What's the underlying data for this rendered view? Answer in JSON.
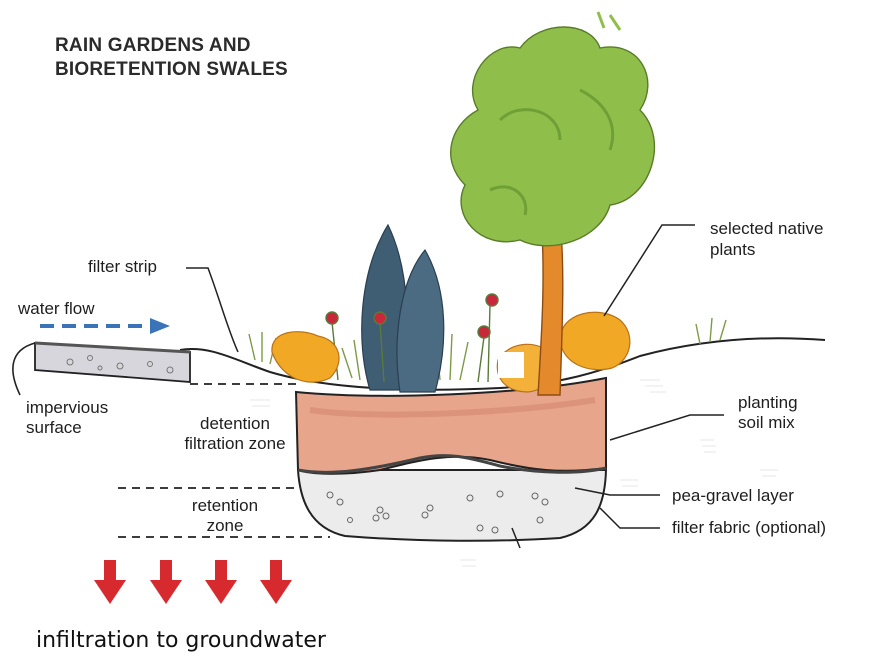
{
  "title_line1": "RAIN GARDENS AND",
  "title_line2": "BIORETENTION SWALES",
  "labels": {
    "filter_strip": "filter strip",
    "water_flow": "water flow",
    "impervious_line1": "impervious",
    "impervious_line2": "surface",
    "detention_line1": "detention",
    "detention_line2": "filtration zone",
    "retention_line1": "retention",
    "retention_line2": "zone",
    "native_line1": "selected native",
    "native_line2": "plants",
    "planting_line1": "planting",
    "planting_line2": "soil mix",
    "pea_gravel": "pea-gravel layer",
    "filter_fabric": "filter fabric (optional)"
  },
  "bottom_caption": "infiltration to groundwater",
  "colors": {
    "arrow_red": "#d62a2f",
    "water_blue": "#3a73b8",
    "soil": "#e7a58c",
    "gravel": "#eeeeee",
    "tree_green": "#8fbf4a",
    "trunk": "#e58a2c",
    "shrub_orange": "#f0a825",
    "evergreen": "#3f5d73"
  },
  "icons": [
    "down-arrow-icon",
    "flow-arrow-icon"
  ]
}
